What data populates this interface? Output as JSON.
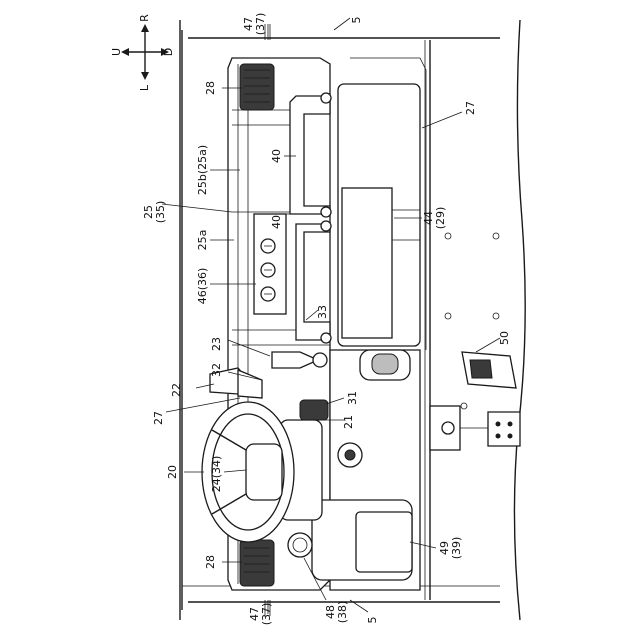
{
  "compass": {
    "up": "U",
    "down": "D",
    "left": "L",
    "right": "R"
  },
  "labels": {
    "l5_top": "5",
    "l5_bottom": "5",
    "l47_top": "47\n(37)",
    "l47_bottom": "47\n(37)",
    "l28_top": "28",
    "l28_bottom": "28",
    "l27_right": "27",
    "l27_left": "27",
    "l25b": "25b(25a)",
    "l25": "25\n(35)",
    "l25a": "25a",
    "l40_a": "40",
    "l40_b": "40",
    "l44": "44\n(29)",
    "l46": "46(36)",
    "l33": "33",
    "l23": "23",
    "l32": "32",
    "l22": "22",
    "l31": "31",
    "l21": "21",
    "l50": "50",
    "l20": "20",
    "l24": "24(34)",
    "l49": "49\n(39)",
    "l48": "48\n(38)"
  }
}
